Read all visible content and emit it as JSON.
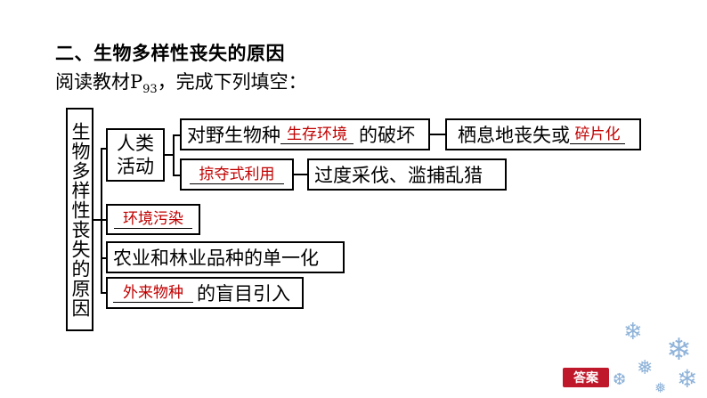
{
  "heading": "二、生物多样性丧失的原因",
  "instruction": {
    "before": "阅读教材P",
    "subscript": "93",
    "after": "，完成下列填空："
  },
  "root_label": "生物多样性丧失的原因",
  "human_activity": {
    "line1": "人类",
    "line2": "活动"
  },
  "habitat": {
    "prefix": "对野生物种",
    "blank": "生存环境",
    "suffix": "的破坏",
    "result_prefix": "栖息地丧失或",
    "result_blank": "碎片化"
  },
  "exploitation": {
    "blank": "掠夺式利用",
    "result": "过度采伐、滥捕乱猎"
  },
  "pollution": {
    "blank": "环境污染"
  },
  "monoculture": {
    "text": "农业和林业品种的单一化"
  },
  "invasive": {
    "blank": "外来物种",
    "suffix": "的盲目引入"
  },
  "answer_button": "答案"
}
